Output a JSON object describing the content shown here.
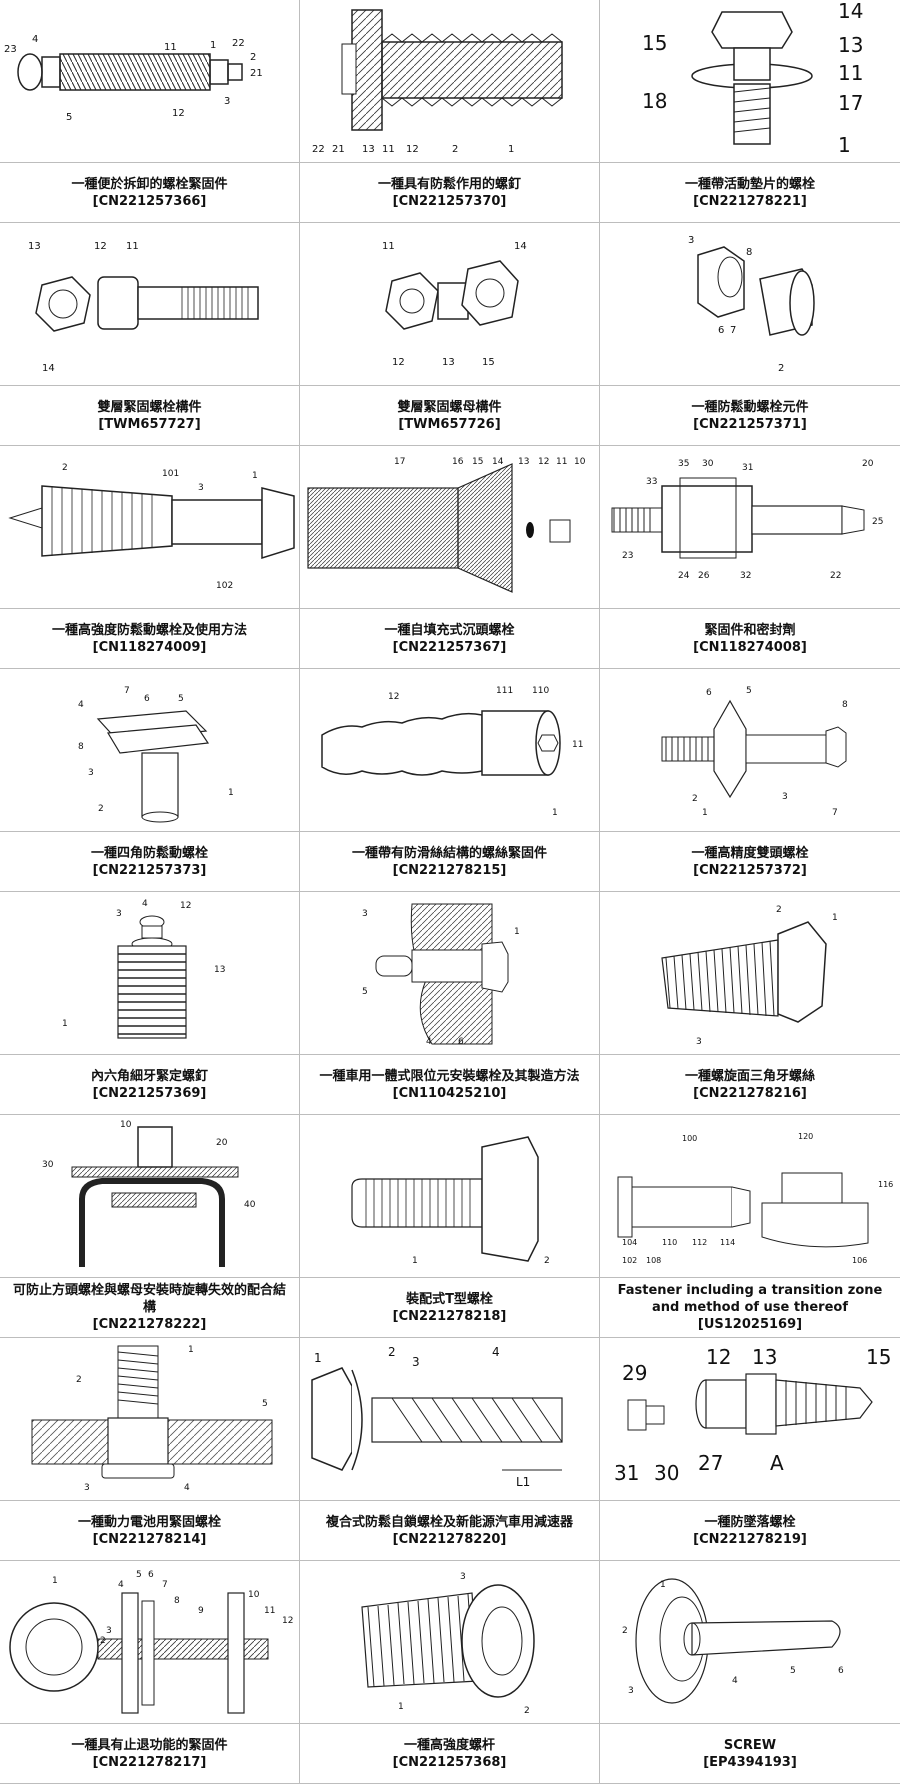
{
  "patents": [
    {
      "title": "一種便於拆卸的螺栓緊固件",
      "number": "[CN221257366]",
      "drawing": "bolt-fastener-drawing"
    },
    {
      "title": "一種具有防鬆作用的螺釘",
      "number": "[CN221257370]",
      "drawing": "screw-section-drawing"
    },
    {
      "title": "一種帶活動墊片的螺栓",
      "number": "[CN221278221]",
      "drawing": "bolt-washer-drawing"
    },
    {
      "title": "雙層緊固螺栓構件",
      "number": "[TWM657727]",
      "drawing": "bolt-nut-drawing"
    },
    {
      "title": "雙層緊固螺母構件",
      "number": "[TWM657726]",
      "drawing": "double-nut-drawing"
    },
    {
      "title": "一種防鬆動螺栓元件",
      "number": "[CN221257371]",
      "drawing": "socket-cap-drawing"
    },
    {
      "title": "一種高強度防鬆動螺栓及使用方法",
      "number": "[CN118274009]",
      "drawing": "hex-bolt-drawing"
    },
    {
      "title": "一種自填充式沉頭螺栓",
      "number": "[CN221257367]",
      "drawing": "countersunk-bolt-drawing"
    },
    {
      "title": "緊固件和密封劑",
      "number": "[CN118274008]",
      "drawing": "sealant-fastener-drawing"
    },
    {
      "title": "一種四角防鬆動螺栓",
      "number": "[CN221257373]",
      "drawing": "plate-bolt-drawing"
    },
    {
      "title": "一種帶有防滑絲結構的螺絲緊固件",
      "number": "[CN221278215]",
      "drawing": "antislip-screw-drawing"
    },
    {
      "title": "一種高精度雙頭螺栓",
      "number": "[CN221257372]",
      "drawing": "stud-bolt-drawing"
    },
    {
      "title": "內六角細牙緊定螺釘",
      "number": "[CN221257369]",
      "drawing": "set-screw-drawing"
    },
    {
      "title": "一種車用一體式限位元安裝螺栓及其製造方法",
      "number": "[CN110425210]",
      "drawing": "vehicle-bolt-drawing"
    },
    {
      "title": "一種螺旋面三角牙螺絲",
      "number": "[CN221278216]",
      "drawing": "triangular-thread-drawing"
    },
    {
      "title": "可防止方頭螺栓與螺母安裝時旋轉失效的配合結構",
      "number": "[CN221278222]",
      "drawing": "square-bolt-drawing"
    },
    {
      "title": "裝配式T型螺栓",
      "number": "[CN221278218]",
      "drawing": "t-bolt-drawing"
    },
    {
      "title": "Fastener including a transition zone and method of use thereof",
      "number": "[US12025169]",
      "drawing": "transition-fastener-drawing"
    },
    {
      "title": "一種動力電池用緊固螺栓",
      "number": "[CN221278214]",
      "drawing": "battery-bolt-drawing"
    },
    {
      "title": "複合式防鬆自鎖螺栓及新能源汽車用減速器",
      "number": "[CN221278220]",
      "drawing": "flange-bolt-drawing"
    },
    {
      "title": "一種防墜落螺栓",
      "number": "[CN221278219]",
      "drawing": "antifall-bolt-drawing"
    },
    {
      "title": "一種具有止退功能的緊固件",
      "number": "[CN221278217]",
      "drawing": "anti-loosen-fastener-drawing"
    },
    {
      "title": "一種高強度螺杆",
      "number": "[CN221257368]",
      "drawing": "high-strength-rod-drawing"
    },
    {
      "title": "SCREW",
      "number": "[EP4394193]",
      "drawing": "screw-flange-drawing"
    }
  ],
  "labels": {
    "d0": [
      "23",
      "4",
      "11",
      "1",
      "22",
      "2",
      "21",
      "5",
      "12",
      "3"
    ],
    "d1": [
      "22",
      "21",
      "13",
      "11",
      "12",
      "2",
      "1"
    ],
    "d2": [
      "14",
      "15",
      "13",
      "11",
      "18",
      "17",
      "1"
    ],
    "d3": [
      "13",
      "12",
      "11",
      "14"
    ],
    "d4": [
      "11",
      "14",
      "12",
      "13",
      "15"
    ],
    "d5": [
      "3",
      "8",
      "6",
      "7",
      "2"
    ],
    "d6": [
      "2",
      "101",
      "3",
      "1",
      "102"
    ],
    "d7": [
      "17",
      "16",
      "15",
      "14",
      "13",
      "12",
      "11",
      "10"
    ],
    "d8": [
      "20",
      "35",
      "30",
      "31",
      "33",
      "25",
      "23",
      "24",
      "26",
      "32",
      "22"
    ],
    "d9": [
      "7",
      "6",
      "5",
      "4",
      "8",
      "3",
      "2",
      "1"
    ],
    "d10": [
      "12",
      "111",
      "110",
      "11",
      "1"
    ],
    "d11": [
      "6",
      "5",
      "8",
      "2",
      "1",
      "3",
      "7"
    ],
    "d12": [
      "4",
      "3",
      "12",
      "13",
      "1"
    ],
    "d13": [
      "3",
      "1",
      "5",
      "4",
      "6"
    ],
    "d14": [
      "2",
      "1",
      "3"
    ],
    "d15": [
      "10",
      "20",
      "30",
      "40"
    ],
    "d16": [
      "1",
      "2"
    ],
    "d17": [
      "100",
      "120",
      "104",
      "110",
      "112",
      "114",
      "102",
      "108",
      "106",
      "116"
    ],
    "d18": [
      "1",
      "2",
      "5",
      "3",
      "4"
    ],
    "d19": [
      "1",
      "2",
      "3",
      "4",
      "L1"
    ],
    "d20": [
      "29",
      "31",
      "30",
      "27",
      "12",
      "13",
      "15",
      "A"
    ],
    "d21": [
      "1",
      "2",
      "3",
      "4",
      "5",
      "6",
      "7",
      "8",
      "9",
      "10",
      "11",
      "12"
    ],
    "d22": [
      "3",
      "1",
      "2"
    ],
    "d23": [
      "1",
      "2",
      "3",
      "4",
      "5",
      "6"
    ]
  }
}
